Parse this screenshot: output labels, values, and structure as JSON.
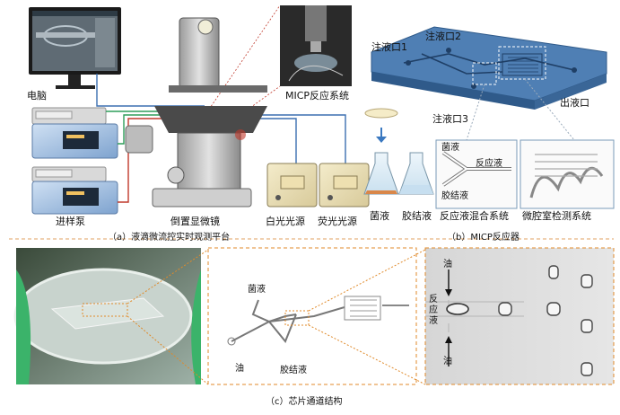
{
  "panel_a": {
    "caption": "（a）液滴微流控实时观测平台",
    "labels": {
      "computer": "电脑",
      "pump": "进样泵",
      "microscope": "倒置显微镜",
      "white_light": "白光光源",
      "fluor_light": "荧光光源",
      "micp_system": "MICP反应系统"
    }
  },
  "panel_b": {
    "caption": "（b）MICP反应器",
    "labels": {
      "inlet1": "注液口1",
      "inlet2": "注液口2",
      "inlet3": "注液口3",
      "outlet": "出液口",
      "bacteria": "菌液",
      "cement": "胶结液",
      "mix_system": "反应液混合系统",
      "micro_chamber": "微腔室检测系统",
      "mix_bacteria": "菌液",
      "mix_reaction": "反应液",
      "mix_cement": "胶结液"
    }
  },
  "panel_c": {
    "caption": "（c）芯片通道结构",
    "labels": {
      "bacteria": "菌液",
      "oil": "油",
      "cement": "胶结液",
      "zoom_oil_top": "油",
      "zoom_reaction": "反\n应\n液",
      "zoom_oil_bottom": "油"
    }
  },
  "colors": {
    "chip_blue": "#5b86b8",
    "panel_border": "#e08a2a",
    "accent_link": "#c0392b"
  }
}
